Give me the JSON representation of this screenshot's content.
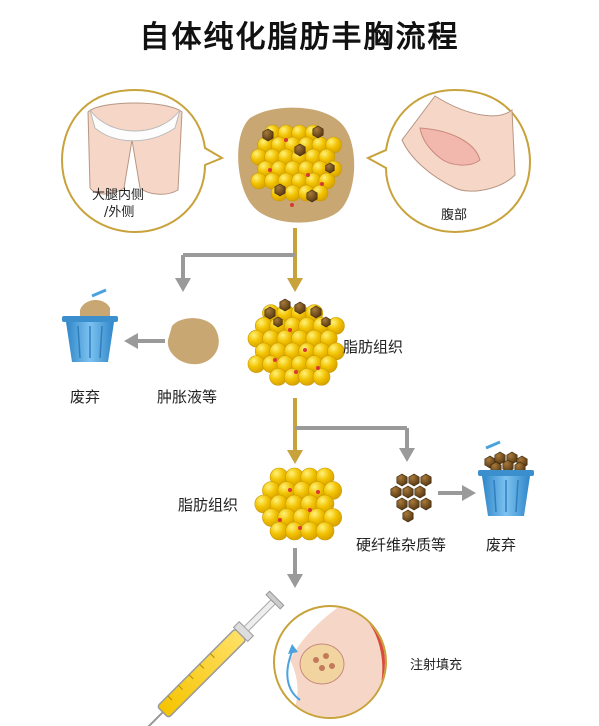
{
  "title": "自体纯化脂肪丰胸流程",
  "labels": {
    "thigh_line1": "大腿内侧",
    "thigh_line2": "/外侧",
    "abdomen": "腹部",
    "fat_tissue_1": "脂肪组织",
    "waste_1": "废弃",
    "swelling_fluid": "肿胀液等",
    "fat_tissue_2": "脂肪组织",
    "fibrous_impurities": "硬纤维杂质等",
    "waste_2": "废弃",
    "injection_fill": "注射填充"
  },
  "colors": {
    "fat_yellow": "#f2c200",
    "fat_highlight": "#fff27a",
    "impurity_brown": "#6b4a1e",
    "tissue_beige": "#c8a772",
    "bin_blue": "#4aa3df",
    "arrow_gold": "#c8a23a",
    "arrow_gray": "#9a9a9a",
    "bubble_border": "#c8a23a"
  }
}
